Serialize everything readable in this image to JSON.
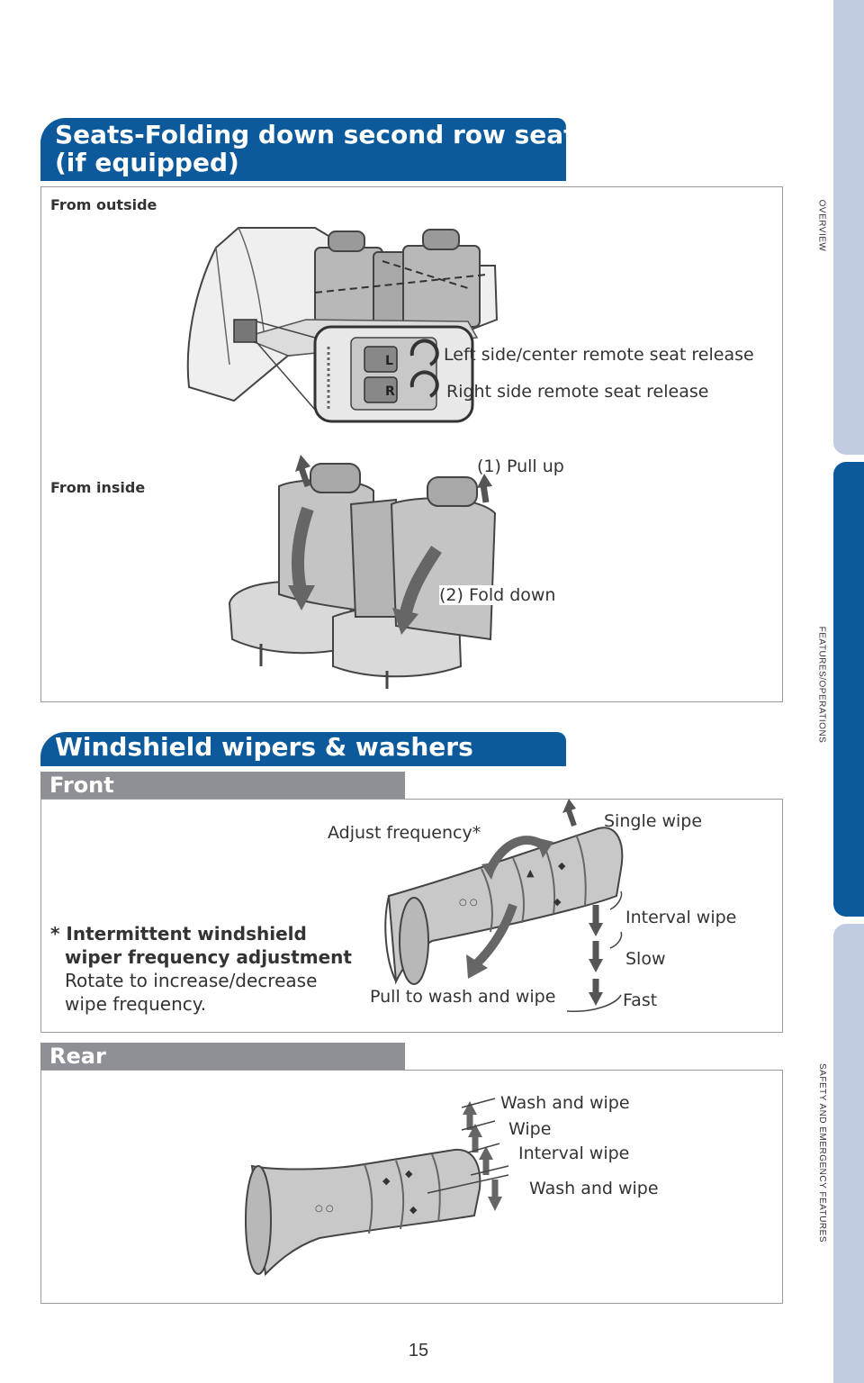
{
  "side_tabs": [
    {
      "label": "OVERVIEW",
      "color": "#c1cbe2"
    },
    {
      "label": "FEATURES/OPERATIONS",
      "color": "#0c5a9b"
    },
    {
      "label": "SAFETY AND EMERGENCY FEATURES",
      "color": "#c1cbe2"
    }
  ],
  "seats": {
    "title_line1": "Seats-Folding down second row seats",
    "title_line2": "(if equipped)",
    "from_outside": "From outside",
    "from_inside": "From inside",
    "left_release": "Left side/center remote seat release",
    "right_release": "Right side remote seat release",
    "pull_up": "(1) Pull up",
    "fold_down": "(2) Fold down"
  },
  "wipers": {
    "title": "Windshield wipers & washers",
    "front": {
      "header": "Front",
      "adjust": "Adjust frequency*",
      "single": "Single wipe",
      "interval": "Interval wipe",
      "slow": "Slow",
      "fast": "Fast",
      "pull": "Pull to wash and wipe",
      "note_title_1": "* Intermittent windshield",
      "note_title_2": "wiper frequency adjustment",
      "note_body_1": "Rotate to increase/decrease",
      "note_body_2": "wipe frequency."
    },
    "rear": {
      "header": "Rear",
      "wash_top": "Wash and wipe",
      "wipe": "Wipe",
      "interval": "Interval wipe",
      "wash_bottom": "Wash and wipe"
    }
  },
  "page_number": "15",
  "colors": {
    "brand_blue": "#0c5a9b",
    "tab_light": "#c1cbe2",
    "sub_gray": "#8e9096"
  }
}
